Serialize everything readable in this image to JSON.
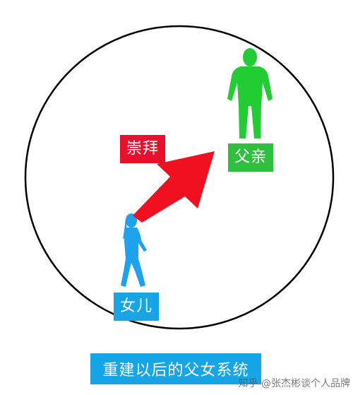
{
  "diagram": {
    "labels": {
      "worship": "崇拜",
      "father": "父亲",
      "daughter": "女儿"
    },
    "caption": "重建以后的父女系统",
    "watermark": "知乎 @张杰彬谈个人品牌",
    "colors": {
      "circle": "#000000",
      "arrow": "#f01020",
      "father_figure": "#22cc33",
      "daughter_figure": "#1ea2ee",
      "worship_label": "#e8102a",
      "father_label": "#2fbf3e",
      "daughter_label": "#16a6e8"
    },
    "icons": [
      "standing-man-icon",
      "walking-woman-icon",
      "diagonal-arrow-icon"
    ]
  }
}
